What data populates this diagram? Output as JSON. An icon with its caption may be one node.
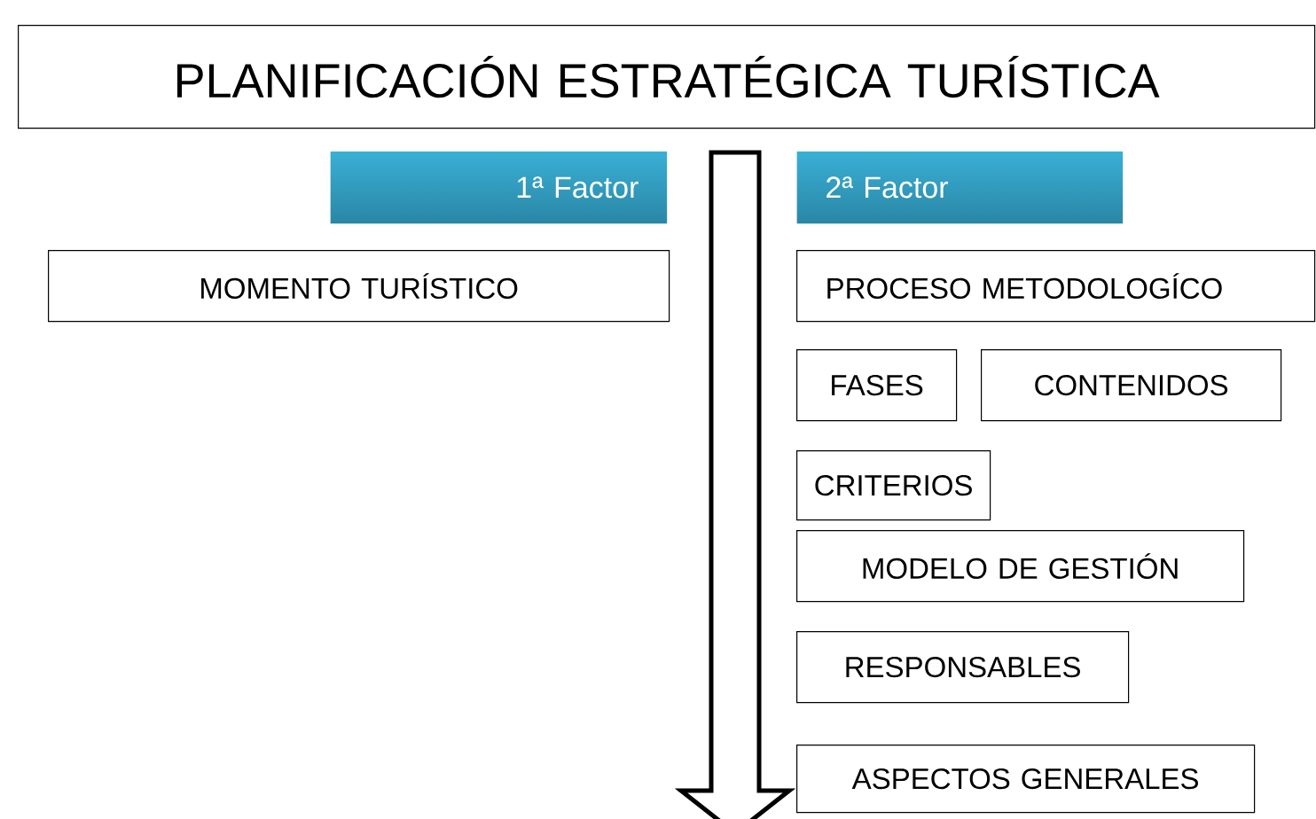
{
  "diagram": {
    "nodes": [
      {
        "text": [
          "PLANIFICACIÓN ESTRATÉGICA TURÍSTICA"
        ]
      },
      {
        "text": [
          "1ª Factor"
        ]
      },
      {
        "text": [
          "2ª Factor"
        ]
      },
      {
        "text": [
          "MOMENTO TURÍSTICO"
        ]
      },
      {
        "text": [
          "PROCESO METODOLOGÍCO"
        ]
      },
      {
        "text": [
          "FASES"
        ]
      },
      {
        "text": [
          "CONTENIDOS"
        ]
      },
      {
        "text": [
          "CRITERIOS"
        ]
      },
      {
        "text": [
          "MODELO DE GESTIÓN"
        ]
      },
      {
        "text": [
          "RESPONSABLES"
        ]
      },
      {
        "text": [
          "ASPECTOS GENERALES"
        ]
      }
    ]
  }
}
